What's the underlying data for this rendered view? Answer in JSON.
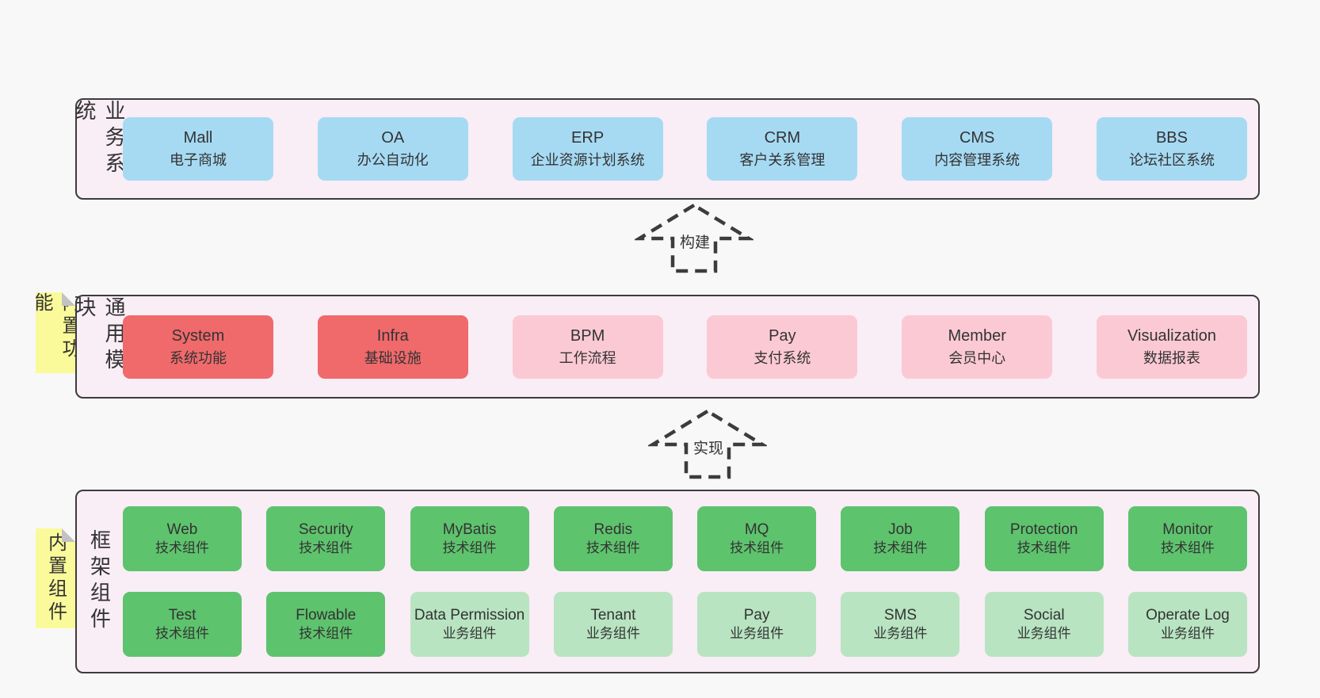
{
  "colors": {
    "bg": "#f8f8f8",
    "band_bg": "#f9edf6",
    "line": "#3c3c3c",
    "text": "#333333",
    "blue": "#a6daf3",
    "red": "#f0696b",
    "pink": "#fbc9d4",
    "green": "#5ec36d",
    "green_light": "#b8e4c1",
    "yellow": "#fafa9a",
    "fold": "#c2c2c2"
  },
  "arrows": [
    {
      "label": "构建"
    },
    {
      "label": "实现"
    }
  ],
  "bands": [
    {
      "id": "business-systems",
      "label_vertical": "业务系统",
      "sticky_note": null,
      "rows": [
        [
          {
            "name": "Mall",
            "desc": "电子商城",
            "variant": "blue"
          },
          {
            "name": "OA",
            "desc": "办公自动化",
            "variant": "blue"
          },
          {
            "name": "ERP",
            "desc": "企业资源计划系统",
            "variant": "blue"
          },
          {
            "name": "CRM",
            "desc": "客户关系管理",
            "variant": "blue"
          },
          {
            "name": "CMS",
            "desc": "内容管理系统",
            "variant": "blue"
          },
          {
            "name": "BBS",
            "desc": "论坛社区系统",
            "variant": "blue"
          }
        ]
      ]
    },
    {
      "id": "common-modules",
      "label_vertical": "通用模块",
      "sticky_note": "内置功能",
      "rows": [
        [
          {
            "name": "System",
            "desc": "系统功能",
            "variant": "red"
          },
          {
            "name": "Infra",
            "desc": "基础设施",
            "variant": "red"
          },
          {
            "name": "BPM",
            "desc": "工作流程",
            "variant": "pink"
          },
          {
            "name": "Pay",
            "desc": "支付系统",
            "variant": "pink"
          },
          {
            "name": "Member",
            "desc": "会员中心",
            "variant": "pink"
          },
          {
            "name": "Visualization",
            "desc": "数据报表",
            "variant": "pink"
          }
        ]
      ]
    },
    {
      "id": "framework-components",
      "label_vertical": "框架组件",
      "sticky_note": "内置组件",
      "rows": [
        [
          {
            "name": "Web",
            "desc": "技术组件",
            "variant": "green"
          },
          {
            "name": "Security",
            "desc": "技术组件",
            "variant": "green"
          },
          {
            "name": "MyBatis",
            "desc": "技术组件",
            "variant": "green"
          },
          {
            "name": "Redis",
            "desc": "技术组件",
            "variant": "green"
          },
          {
            "name": "MQ",
            "desc": "技术组件",
            "variant": "green"
          },
          {
            "name": "Job",
            "desc": "技术组件",
            "variant": "green"
          },
          {
            "name": "Protection",
            "desc": "技术组件",
            "variant": "green"
          },
          {
            "name": "Monitor",
            "desc": "技术组件",
            "variant": "green"
          }
        ],
        [
          {
            "name": "Test",
            "desc": "技术组件",
            "variant": "green"
          },
          {
            "name": "Flowable",
            "desc": "技术组件",
            "variant": "green"
          },
          {
            "name": "Data Permission",
            "desc": "业务组件",
            "variant": "green-light"
          },
          {
            "name": "Tenant",
            "desc": "业务组件",
            "variant": "green-light"
          },
          {
            "name": "Pay",
            "desc": "业务组件",
            "variant": "green-light"
          },
          {
            "name": "SMS",
            "desc": "业务组件",
            "variant": "green-light"
          },
          {
            "name": "Social",
            "desc": "业务组件",
            "variant": "green-light"
          },
          {
            "name": "Operate Log",
            "desc": "业务组件",
            "variant": "green-light"
          }
        ]
      ]
    }
  ]
}
